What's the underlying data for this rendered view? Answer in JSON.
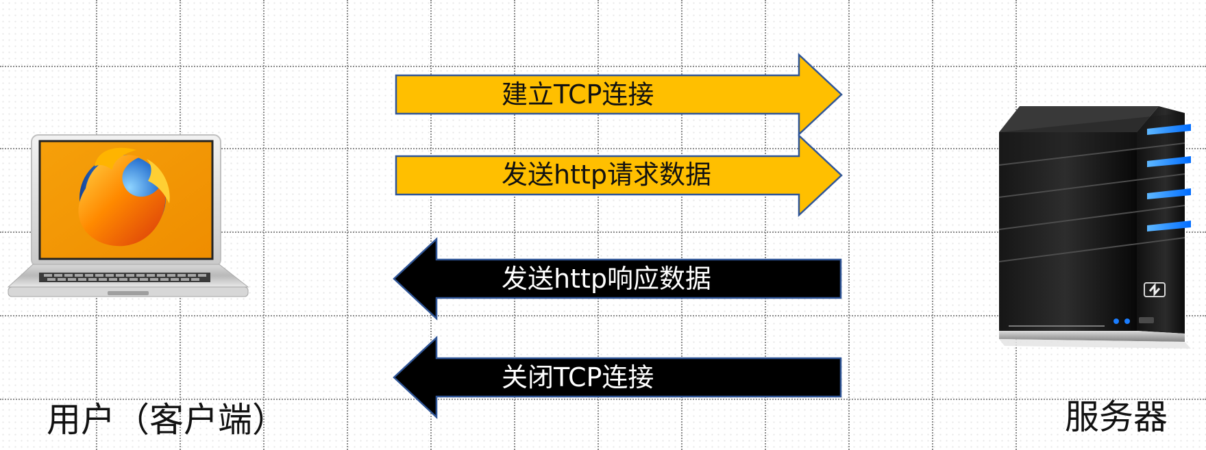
{
  "diagram": {
    "client_label": "用户（客户端）",
    "server_label": "服务器",
    "arrows": [
      {
        "text": "建立TCP连接",
        "direction": "right",
        "fill": "#ffbf00",
        "stroke": "#2f5597",
        "text_color": "#111111"
      },
      {
        "text": "发送http请求数据",
        "direction": "right",
        "fill": "#ffbf00",
        "stroke": "#2f5597",
        "text_color": "#111111"
      },
      {
        "text": "发送http响应数据",
        "direction": "left",
        "fill": "#000000",
        "stroke": "#2f5597",
        "text_color": "#ffffff"
      },
      {
        "text": "关闭TCP连接",
        "direction": "left",
        "fill": "#000000",
        "stroke": "#2f5597",
        "text_color": "#ffffff"
      }
    ],
    "icons": [
      "laptop-browser-icon",
      "tower-server-icon"
    ]
  }
}
